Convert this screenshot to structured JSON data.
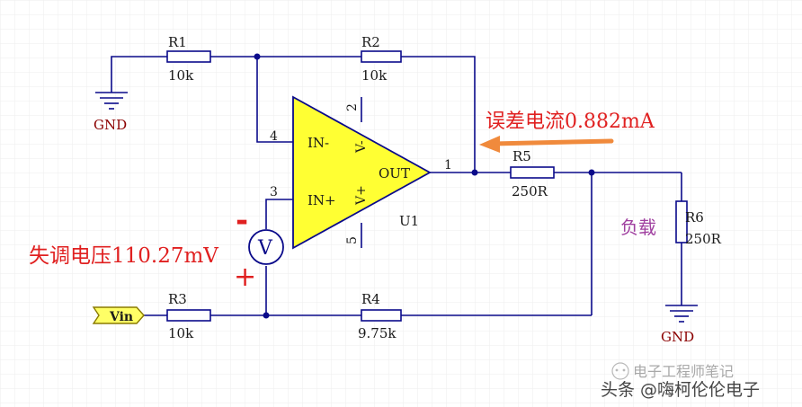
{
  "colors": {
    "wire": "#0a0a8a",
    "label_dark": "#1a1a1a",
    "gnd_label": "#8b0000",
    "opamp_fill": "#ffff33",
    "annotation_red": "#e02020",
    "arrow_orange": "#f08a3c",
    "load_purple": "#a040a0",
    "grid": "#ececec"
  },
  "components": {
    "r1": {
      "ref": "R1",
      "value": "10k"
    },
    "r2": {
      "ref": "R2",
      "value": "10k"
    },
    "r3": {
      "ref": "R3",
      "value": "10k"
    },
    "r4": {
      "ref": "R4",
      "value": "9.75k"
    },
    "r5": {
      "ref": "R5",
      "value": "250R"
    },
    "r6": {
      "ref": "R6",
      "value": "250R"
    },
    "u1": {
      "ref": "U1",
      "pin_in_minus": "IN-",
      "pin_in_plus": "IN+",
      "pin_out": "OUT",
      "supply_neg": "V-",
      "supply_pos": "V+",
      "pin_num_in_minus": "4",
      "pin_num_in_plus": "3",
      "pin_num_out": "1",
      "pin_num_vneg": "2",
      "pin_num_vpos": "5"
    },
    "gnd_top": {
      "label": "GND"
    },
    "gnd_bottom": {
      "label": "GND"
    },
    "vin_port": {
      "label": "Vin"
    },
    "voltmeter": {
      "symbol": "V",
      "minus": "-",
      "plus": "+"
    }
  },
  "annotations": {
    "error_current": "误差电流0.882mA",
    "offset_voltage": "失调电压110.27mV",
    "load": "负载"
  },
  "watermark": {
    "line1": "电子工程师笔记",
    "line2": "头条 @嗨柯伦伦电子"
  }
}
